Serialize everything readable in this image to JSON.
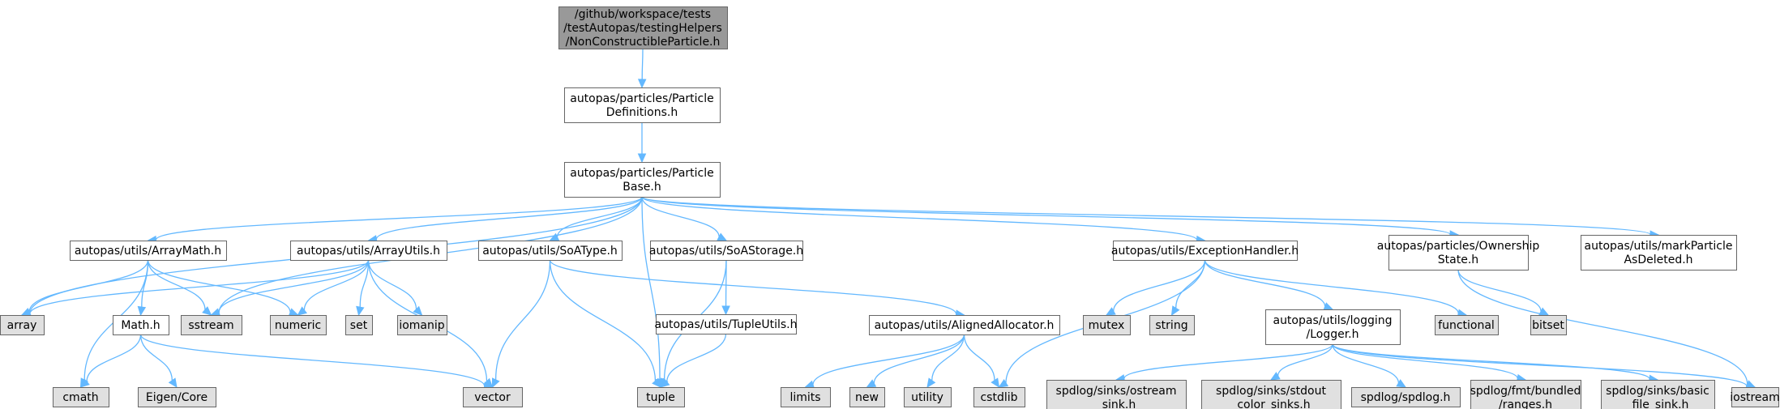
{
  "colors": {
    "root_fill": "#999999",
    "project_fill": "#ffffff",
    "system_fill": "#e0e0e0",
    "edge": "#63b8ff",
    "border": "#666666"
  },
  "nodes": [
    {
      "id": "root",
      "kind": "root",
      "lines": [
        "/github/workspace/tests",
        "/testAutopas/testingHelpers",
        "/NonConstructibleParticle.h"
      ]
    },
    {
      "id": "pdef",
      "kind": "project",
      "lines": [
        "autopas/particles/Particle",
        "Definitions.h"
      ]
    },
    {
      "id": "pbase",
      "kind": "project",
      "lines": [
        "autopas/particles/Particle",
        "Base.h"
      ]
    },
    {
      "id": "arraymath",
      "kind": "project",
      "lines": [
        "autopas/utils/ArrayMath.h"
      ]
    },
    {
      "id": "arrayutils",
      "kind": "project",
      "lines": [
        "autopas/utils/ArrayUtils.h"
      ]
    },
    {
      "id": "soatype",
      "kind": "project",
      "lines": [
        "autopas/utils/SoAType.h"
      ]
    },
    {
      "id": "soastorage",
      "kind": "project",
      "lines": [
        "autopas/utils/SoAStorage.h"
      ]
    },
    {
      "id": "exception",
      "kind": "project",
      "lines": [
        "autopas/utils/ExceptionHandler.h"
      ]
    },
    {
      "id": "ownership",
      "kind": "project",
      "lines": [
        "autopas/particles/Ownership",
        "State.h"
      ]
    },
    {
      "id": "markdel",
      "kind": "project",
      "lines": [
        "autopas/utils/markParticle",
        "AsDeleted.h"
      ]
    },
    {
      "id": "array",
      "kind": "system",
      "lines": [
        "array"
      ]
    },
    {
      "id": "mathh",
      "kind": "project",
      "lines": [
        "Math.h"
      ]
    },
    {
      "id": "sstream",
      "kind": "system",
      "lines": [
        "sstream"
      ]
    },
    {
      "id": "numeric",
      "kind": "system",
      "lines": [
        "numeric"
      ]
    },
    {
      "id": "set",
      "kind": "system",
      "lines": [
        "set"
      ]
    },
    {
      "id": "iomanip",
      "kind": "system",
      "lines": [
        "iomanip"
      ]
    },
    {
      "id": "tupleutils",
      "kind": "project",
      "lines": [
        "autopas/utils/TupleUtils.h"
      ]
    },
    {
      "id": "aligned",
      "kind": "project",
      "lines": [
        "autopas/utils/AlignedAllocator.h"
      ]
    },
    {
      "id": "mutex",
      "kind": "system",
      "lines": [
        "mutex"
      ]
    },
    {
      "id": "string",
      "kind": "system",
      "lines": [
        "string"
      ]
    },
    {
      "id": "logger",
      "kind": "project",
      "lines": [
        "autopas/utils/logging",
        "/Logger.h"
      ]
    },
    {
      "id": "functional",
      "kind": "system",
      "lines": [
        "functional"
      ]
    },
    {
      "id": "bitset",
      "kind": "system",
      "lines": [
        "bitset"
      ]
    },
    {
      "id": "cmath",
      "kind": "system",
      "lines": [
        "cmath"
      ]
    },
    {
      "id": "eigen",
      "kind": "system",
      "lines": [
        "Eigen/Core"
      ]
    },
    {
      "id": "vector",
      "kind": "system",
      "lines": [
        "vector"
      ]
    },
    {
      "id": "tuple",
      "kind": "system",
      "lines": [
        "tuple"
      ]
    },
    {
      "id": "limits",
      "kind": "system",
      "lines": [
        "limits"
      ]
    },
    {
      "id": "new",
      "kind": "system",
      "lines": [
        "new"
      ]
    },
    {
      "id": "utility",
      "kind": "system",
      "lines": [
        "utility"
      ]
    },
    {
      "id": "cstdlib",
      "kind": "system",
      "lines": [
        "cstdlib"
      ]
    },
    {
      "id": "ostream_sink",
      "kind": "system",
      "lines": [
        "spdlog/sinks/ostream",
        "_sink.h"
      ]
    },
    {
      "id": "stdout_sinks",
      "kind": "system",
      "lines": [
        "spdlog/sinks/stdout",
        "_color_sinks.h"
      ]
    },
    {
      "id": "spdlog",
      "kind": "system",
      "lines": [
        "spdlog/spdlog.h"
      ]
    },
    {
      "id": "ranges",
      "kind": "system",
      "lines": [
        "spdlog/fmt/bundled",
        "/ranges.h"
      ]
    },
    {
      "id": "basic_sink",
      "kind": "system",
      "lines": [
        "spdlog/sinks/basic",
        "_file_sink.h"
      ]
    },
    {
      "id": "iostream",
      "kind": "system",
      "lines": [
        "iostream"
      ]
    }
  ],
  "edges": [
    [
      "root",
      "pdef"
    ],
    [
      "pdef",
      "pbase"
    ],
    [
      "pbase",
      "array"
    ],
    [
      "pbase",
      "arraymath"
    ],
    [
      "pbase",
      "sstream"
    ],
    [
      "pbase",
      "arrayutils"
    ],
    [
      "pbase",
      "soatype"
    ],
    [
      "pbase",
      "soastorage"
    ],
    [
      "pbase",
      "tuple"
    ],
    [
      "pbase",
      "exception"
    ],
    [
      "pbase",
      "ownership"
    ],
    [
      "pbase",
      "markdel"
    ],
    [
      "arraymath",
      "array"
    ],
    [
      "arraymath",
      "cmath"
    ],
    [
      "arraymath",
      "mathh"
    ],
    [
      "arraymath",
      "sstream"
    ],
    [
      "arraymath",
      "numeric"
    ],
    [
      "arrayutils",
      "array"
    ],
    [
      "arrayutils",
      "sstream"
    ],
    [
      "arrayutils",
      "numeric"
    ],
    [
      "arrayutils",
      "set"
    ],
    [
      "arrayutils",
      "iomanip"
    ],
    [
      "arrayutils",
      "vector"
    ],
    [
      "mathh",
      "cmath"
    ],
    [
      "mathh",
      "eigen"
    ],
    [
      "mathh",
      "vector"
    ],
    [
      "soatype",
      "vector"
    ],
    [
      "soatype",
      "tuple"
    ],
    [
      "soatype",
      "aligned"
    ],
    [
      "soastorage",
      "tuple"
    ],
    [
      "soastorage",
      "tupleutils"
    ],
    [
      "tupleutils",
      "tuple"
    ],
    [
      "aligned",
      "limits"
    ],
    [
      "aligned",
      "new"
    ],
    [
      "aligned",
      "utility"
    ],
    [
      "aligned",
      "cstdlib"
    ],
    [
      "exception",
      "mutex"
    ],
    [
      "exception",
      "string"
    ],
    [
      "exception",
      "cstdlib"
    ],
    [
      "exception",
      "logger"
    ],
    [
      "exception",
      "functional"
    ],
    [
      "logger",
      "ostream_sink"
    ],
    [
      "logger",
      "stdout_sinks"
    ],
    [
      "logger",
      "spdlog"
    ],
    [
      "logger",
      "ranges"
    ],
    [
      "logger",
      "basic_sink"
    ],
    [
      "logger",
      "iostream"
    ],
    [
      "ownership",
      "bitset"
    ],
    [
      "ownership",
      "iostream"
    ]
  ]
}
